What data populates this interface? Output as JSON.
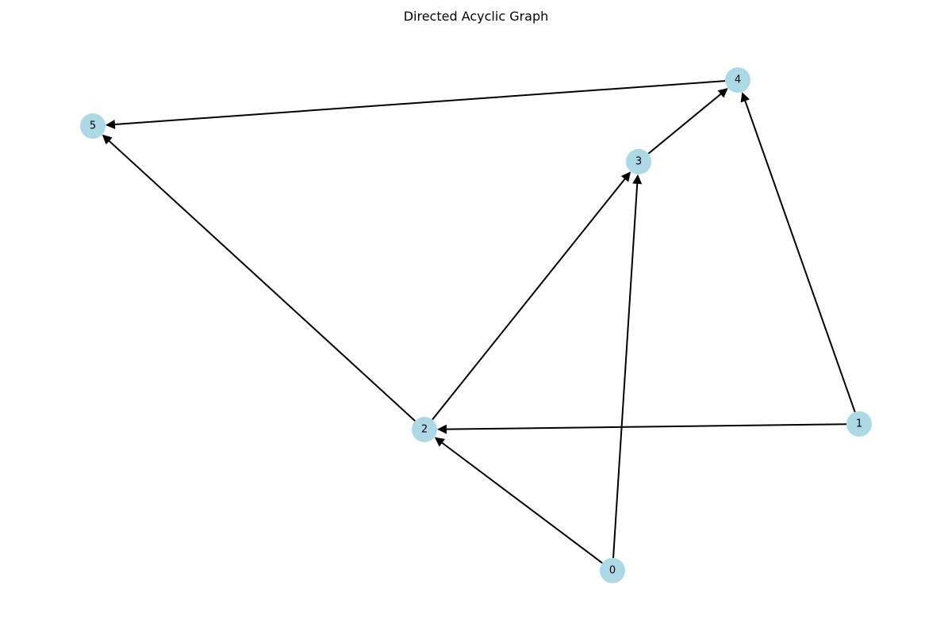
{
  "title": "Directed Acyclic Graph",
  "style": {
    "node_color": "#add8e6",
    "edge_color": "#000000",
    "background": "#ffffff"
  },
  "nodes": [
    {
      "id": "0",
      "label": "0"
    },
    {
      "id": "1",
      "label": "1"
    },
    {
      "id": "2",
      "label": "2"
    },
    {
      "id": "3",
      "label": "3"
    },
    {
      "id": "4",
      "label": "4"
    },
    {
      "id": "5",
      "label": "5"
    }
  ],
  "edges": [
    {
      "from": "0",
      "to": "2"
    },
    {
      "from": "0",
      "to": "3"
    },
    {
      "from": "1",
      "to": "2"
    },
    {
      "from": "1",
      "to": "4"
    },
    {
      "from": "2",
      "to": "3"
    },
    {
      "from": "2",
      "to": "5"
    },
    {
      "from": "3",
      "to": "4"
    },
    {
      "from": "4",
      "to": "5"
    }
  ]
}
